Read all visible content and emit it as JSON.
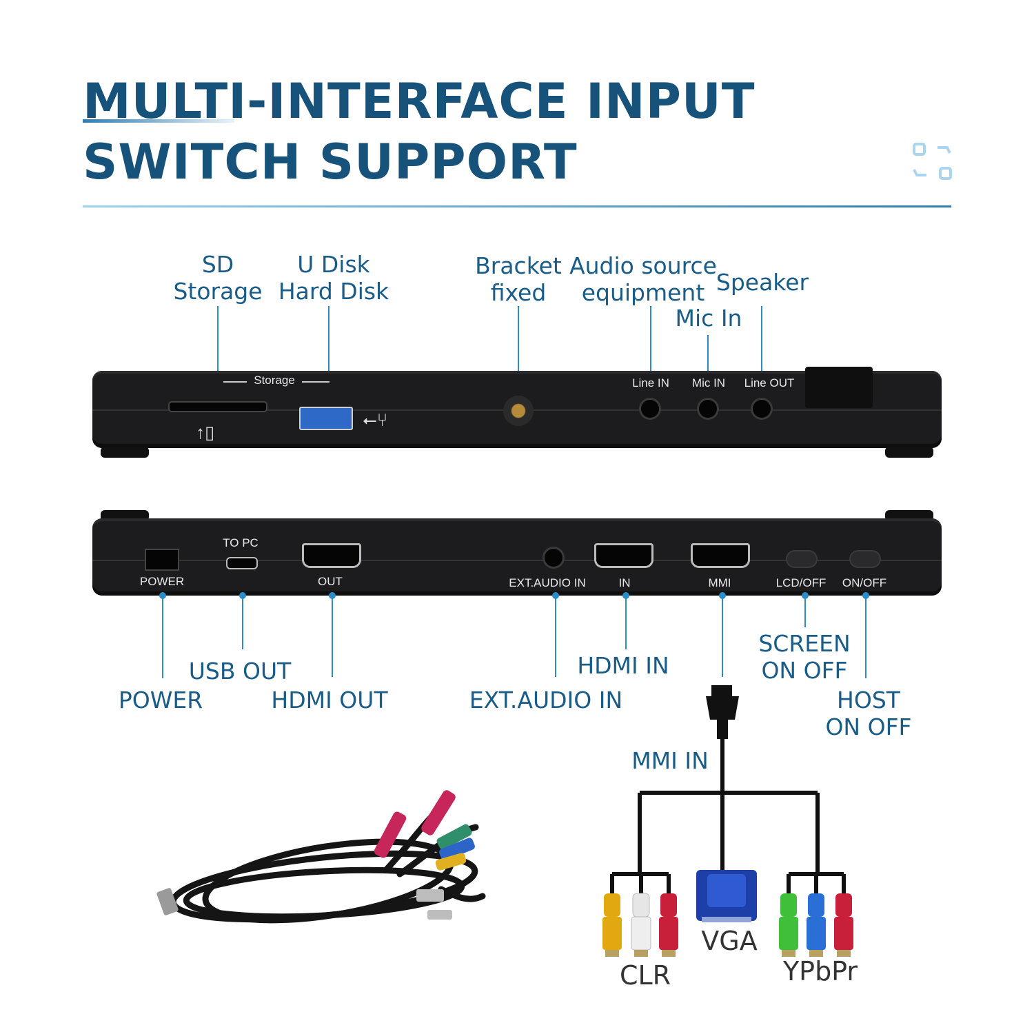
{
  "title": {
    "line1": "MULTI-INTERFACE INPUT",
    "line2": "SWITCH SUPPORT"
  },
  "top_callouts": {
    "sd": [
      "SD",
      "Storage"
    ],
    "udisk": [
      "U Disk",
      "Hard Disk"
    ],
    "bracket": [
      "Bracket",
      "fixed"
    ],
    "audio_source": [
      "Audio source",
      "equipment"
    ],
    "speaker": "Speaker",
    "mic": "Mic In"
  },
  "top_panel": {
    "storage": "Storage",
    "line_in": "Line IN",
    "mic_in": "Mic IN",
    "line_out": "Line OUT"
  },
  "bottom_panel": {
    "to_pc": "TO PC",
    "power": "POWER",
    "out": "OUT",
    "ext_audio": "EXT.AUDIO IN",
    "in": "IN",
    "mmi": "MMI",
    "lcd_off": "LCD/OFF",
    "on_off": "ON/OFF"
  },
  "bottom_callouts": {
    "usb_out": "USB OUT",
    "power": "POWER",
    "hdmi_out": "HDMI OUT",
    "hdmi_in": "HDMI IN",
    "ext_audio": "EXT.AUDIO IN",
    "screen": [
      "SCREEN",
      "ON OFF"
    ],
    "host": [
      "HOST",
      "ON OFF"
    ]
  },
  "cable": {
    "mmi_in": "MMI IN",
    "clr": "CLR",
    "vga": "VGA",
    "ypbpr": "YPbPr"
  },
  "colors": {
    "brand": "#17527a",
    "label": "#1a5c88",
    "leader": "#2d8cc7",
    "device": "#1c1c1e",
    "yellow": "#e1a810",
    "white": "#e6e6e6",
    "red": "#c8203a",
    "green": "#3fbf3a",
    "blue": "#2a6fd6"
  }
}
